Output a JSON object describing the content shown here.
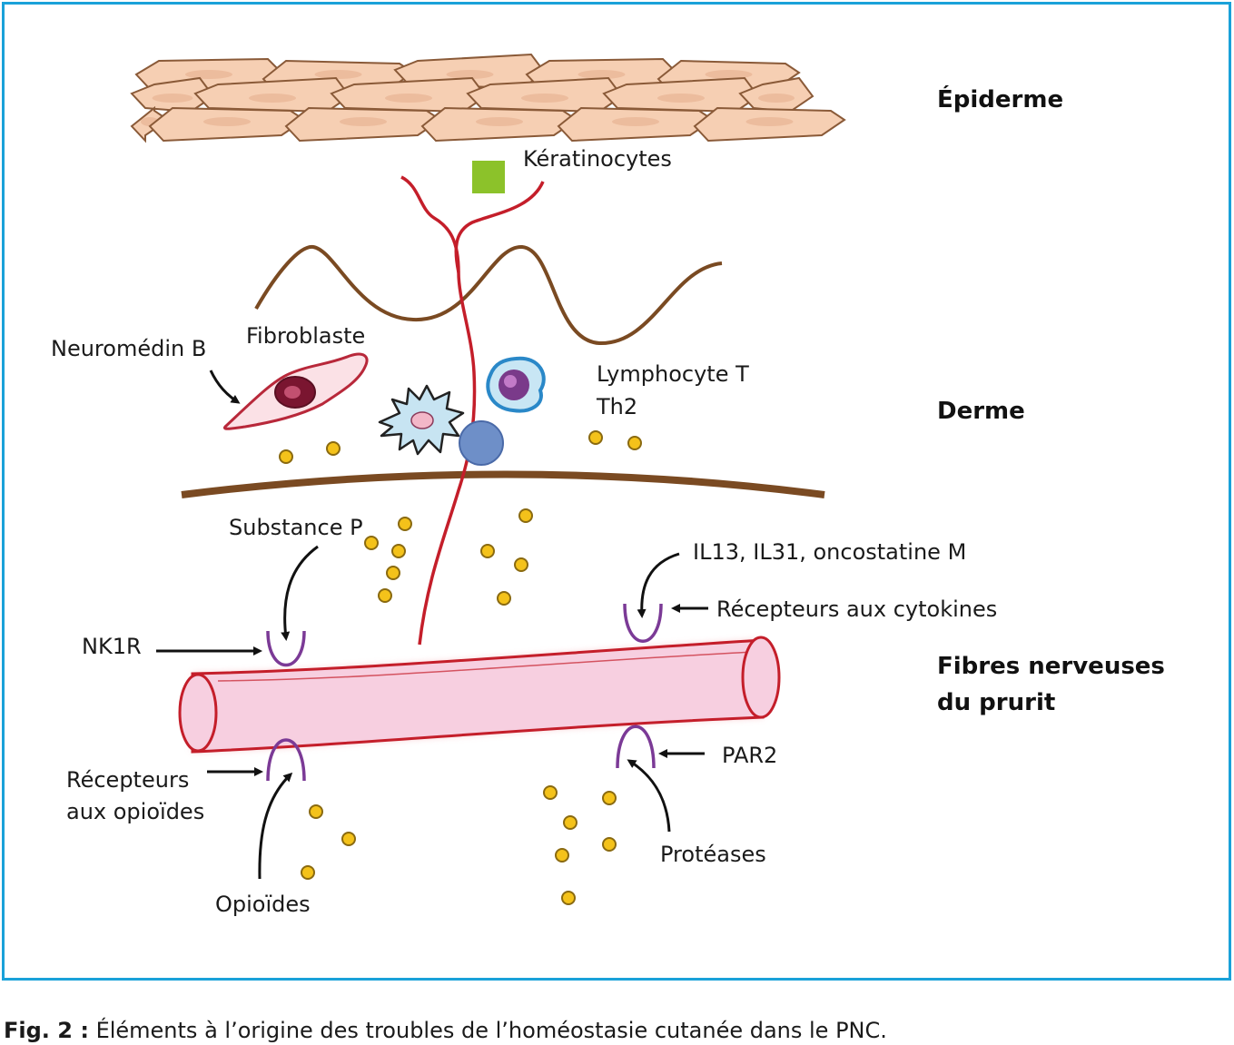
{
  "zones": {
    "epidermis": "Épiderme",
    "dermis": "Derme",
    "nerve_fibers_line1": "Fibres nerveuses",
    "nerve_fibers_line2": "du prurit"
  },
  "labels": {
    "keratinocytes": "Kératinocytes",
    "fibroblast": "Fibroblaste",
    "neuromedin": "Neuromédin B",
    "lymphocyte_line1": "Lymphocyte T",
    "lymphocyte_line2": "Th2",
    "substance_p": "Substance P",
    "cytokines": "IL13, IL31, oncostatine M",
    "cytokine_receptors": "Récepteurs aux cytokines",
    "nk1r": "NK1R",
    "par2": "PAR2",
    "opioid_receptors_line1": "Récepteurs",
    "opioid_receptors_line2": "aux opioïdes",
    "opioids": "Opioïdes",
    "proteases": "Protéases"
  },
  "caption": {
    "prefix": "Fig. 2 :",
    "text": " Éléments à l’origine des troubles de l’homéostasie cutanée dans le PNC."
  },
  "colors": {
    "frame": "#1aa1d9",
    "skin_cell_fill": "#f6cfb3",
    "skin_cell_stroke": "#8a5a38",
    "nerve_red": "#c41e2a",
    "nerve_fill": "#f7cfe0",
    "brown_line": "#7a4a22",
    "granule": "#f4c21a",
    "receptor": "#7b3a96",
    "green_square": "#8cc22a"
  }
}
